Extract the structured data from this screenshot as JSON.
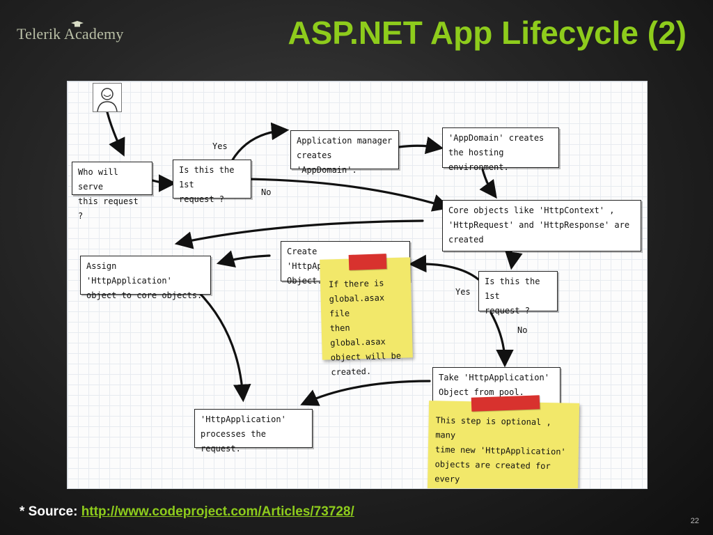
{
  "header": {
    "brand": "Telerik Academy",
    "title": "ASP.NET App Lifecycle (2)"
  },
  "diagram": {
    "boxes": {
      "who_serves": "Who will serve\nthis request ?",
      "first_request_1": "Is this the 1st\nrequest ?",
      "app_manager": "Application manager\ncreates 'AppDomain'.",
      "appdomain": "'AppDomain' creates\nthe hosting environment.",
      "core_objects": "Core objects like 'HttpContext' ,\n'HttpRequest' and 'HttpResponse' are\ncreated",
      "create_httpapp": "Create 'HttpApplication'\nObject.",
      "assign_httpapp": "Assign 'HttpApplication'\nobject to core objects.",
      "first_request_2": "Is this the 1st\nrequest ?",
      "take_from_pool": "Take 'HttpApplication'\nObject from pool.",
      "processes": "'HttpApplication'\nprocesses the request."
    },
    "notes": {
      "global_asax": "If there is\nglobal.asax file\nthen global.asax\nobject will be\ncreated.",
      "optional": "This step is optional , many\ntime new 'HttpApplication'\nobjects are created for every\nrequest and many times its\ntaken from the pool."
    },
    "labels": {
      "yes_1": "Yes",
      "no_1": "No",
      "yes_2": "Yes",
      "no_2": "No"
    },
    "icons": {
      "user": "user-icon",
      "arrow": "arrow-icon",
      "note_tape": "tape"
    },
    "colors": {
      "note": "#f2e86a",
      "tape": "#d8322e",
      "title": "#8ecc1c"
    }
  },
  "footer": {
    "source_label": "* Source:",
    "source_url": "http://www.codeproject.com/Articles/73728/",
    "page_number": "22"
  }
}
